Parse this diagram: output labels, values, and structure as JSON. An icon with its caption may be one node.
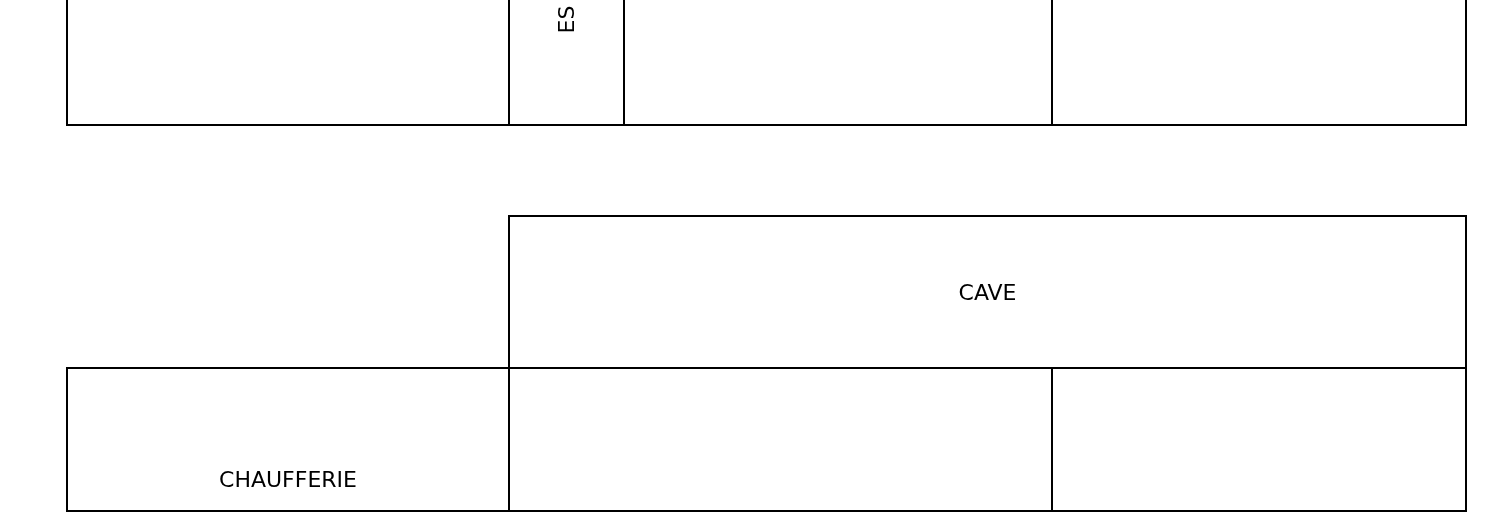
{
  "diagram": {
    "nodes": [
      {
        "text": [],
        "shape": "box"
      },
      {
        "text": [
          "ES"
        ]
      },
      {
        "text": [],
        "shape": "box"
      },
      {
        "text": [],
        "shape": "box"
      },
      {
        "text": [
          "CAVE"
        ]
      },
      {
        "text": [
          "CHAUFFERIE"
        ]
      },
      {
        "text": [],
        "shape": "box"
      },
      {
        "text": [],
        "shape": "box"
      }
    ]
  }
}
